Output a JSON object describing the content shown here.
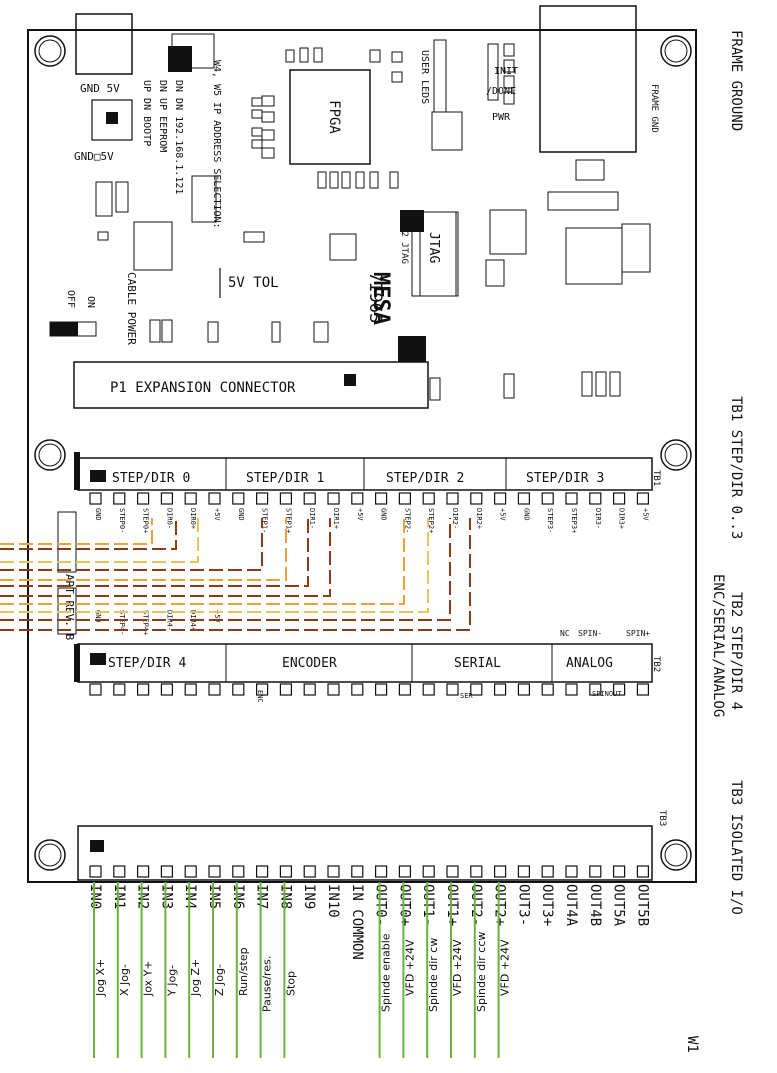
{
  "board": {
    "labels": {
      "gnd_5v_top": "GND 5V",
      "gnd_5v_mid": "GND□5V",
      "ip_selection": "W4, W5 IP ADDRESS SELECTION:",
      "ip_on_on": "DN DN 192.168.1.121",
      "ip_up_dn": "DN UP EEPROM",
      "ip_up_boot": "UP DN BOOTP",
      "fpga": "FPGA",
      "user_leds": "USER LEDS",
      "init": "INIT",
      "done": "/DONE",
      "pwr": "PWR",
      "frame_gnd": "FRAME GND",
      "jtag": "JTAG",
      "p2_jtag": "P2 JTAG",
      "tol": "5V TOL",
      "model": "7I96S",
      "brand": "MESA",
      "cable_power": "CABLE POWER",
      "on": "ON",
      "off": "OFF",
      "expansion": "P1 EXPANSION CONNECTOR",
      "art_rev": "ART REV. B"
    },
    "right_text": {
      "frame_ground": "FRAME GROUND",
      "tb1": "TB1 STEP/DIR 0..3",
      "tb2_line1": "TB2 STEP/DIR 4",
      "tb2_line2": "ENC/SERIAL/ANALOG",
      "tb3": "TB3 ISOLATED I/O",
      "w1": "W1"
    },
    "tb1_sections": [
      "STEP/DIR 0",
      "STEP/DIR 1",
      "STEP/DIR 2",
      "STEP/DIR 3"
    ],
    "tb1_pins": [
      "GND",
      "STEP0-",
      "STEP0+",
      "DIR0-",
      "DIR0+",
      "+5V",
      "GND",
      "STEP1-",
      "STEP1+",
      "DIR1-",
      "DIR1+",
      "+5V",
      "GND",
      "STEP2-",
      "STEP2+",
      "DIR2-",
      "DIR2+",
      "+5V",
      "GND",
      "STEP3-",
      "STEP3+",
      "DIR3-",
      "DIR3+",
      "+5V"
    ],
    "tb2_sections": [
      "STEP/DIR 4",
      "ENCODER",
      "SERIAL",
      "ANALOG"
    ],
    "tb2_pins": [
      "GND",
      "STEP4-",
      "STEP4+",
      "DIR4-",
      "DIR4+",
      "+5V"
    ],
    "tb2_marks": [
      "NC",
      "SPIN-",
      "SPIN+",
      "SPINOUT",
      "ENC",
      "SER"
    ],
    "tb3_label": "TB3",
    "tb1_label": "TB1",
    "tb2_label": "TB2"
  },
  "io": {
    "pins": [
      "IN0",
      "IN1",
      "IN2",
      "IN3",
      "IN4",
      "IN5",
      "IN6",
      "IN7",
      "IN8",
      "IN9",
      "IN10",
      "IN COMMON",
      "OUT0-",
      "OUT0+",
      "OUT1-",
      "OUT1+",
      "OUT2-",
      "OUT2+",
      "OUT3-",
      "OUT3+",
      "OUT4A",
      "OUT4B",
      "OUT5A",
      "OUT5B"
    ],
    "wires": [
      {
        "pin": "IN0",
        "label": "Jog X+"
      },
      {
        "pin": "IN1",
        "label": "X Jog-"
      },
      {
        "pin": "IN2",
        "label": "Jox Y+"
      },
      {
        "pin": "IN3",
        "label": "Y Jog-"
      },
      {
        "pin": "IN4",
        "label": "Jog Z+"
      },
      {
        "pin": "IN5",
        "label": "Z Jog-"
      },
      {
        "pin": "IN6",
        "label": "Run/step"
      },
      {
        "pin": "IN7",
        "label": "Pause/res."
      },
      {
        "pin": "IN8",
        "label": "Stop"
      },
      {
        "pin": "OUT0-",
        "label": "Spinde enable"
      },
      {
        "pin": "OUT0+",
        "label": "VFD +24V"
      },
      {
        "pin": "OUT1-",
        "label": "Spinde dir cw"
      },
      {
        "pin": "OUT1+",
        "label": "VFD +24V"
      },
      {
        "pin": "OUT2-",
        "label": "Spinde dir ccw"
      },
      {
        "pin": "OUT2+",
        "label": "VFD +24V"
      }
    ]
  },
  "colors": {
    "wire_green": "#6ab23c",
    "wire_orange": "#e8a43a",
    "wire_brown": "#8b3a1a",
    "wire_yellow": "#e9c45a",
    "ink": "#111111"
  }
}
